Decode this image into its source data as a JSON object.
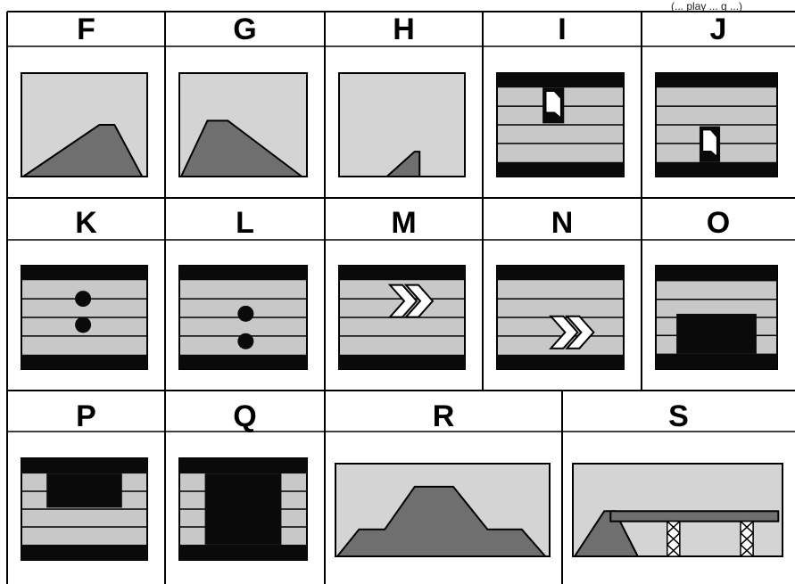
{
  "top_strip_text": "(... play ... g ...)",
  "colors": {
    "sky": "#d4d4d4",
    "hill": "#6f6f6f",
    "dark": "#0a0a0a",
    "stripe": "#c8c8c8",
    "line": "#000000",
    "white": "#ffffff"
  },
  "row1": [
    {
      "letter": "F",
      "kind": "hill-right"
    },
    {
      "letter": "G",
      "kind": "hill-left"
    },
    {
      "letter": "H",
      "kind": "small-hill"
    },
    {
      "letter": "I",
      "kind": "doorway-top"
    },
    {
      "letter": "J",
      "kind": "doorway-bottom"
    }
  ],
  "row2": [
    {
      "letter": "K",
      "kind": "dots-high"
    },
    {
      "letter": "L",
      "kind": "dots-low"
    },
    {
      "letter": "M",
      "kind": "chevrons-high"
    },
    {
      "letter": "N",
      "kind": "chevrons-low"
    },
    {
      "letter": "O",
      "kind": "gap-bottom"
    }
  ],
  "row3": [
    {
      "letter": "P",
      "kind": "gap-top"
    },
    {
      "letter": "Q",
      "kind": "gap-center"
    },
    {
      "letter": "R",
      "kind": "mountain"
    },
    {
      "letter": "S",
      "kind": "bridge"
    }
  ]
}
